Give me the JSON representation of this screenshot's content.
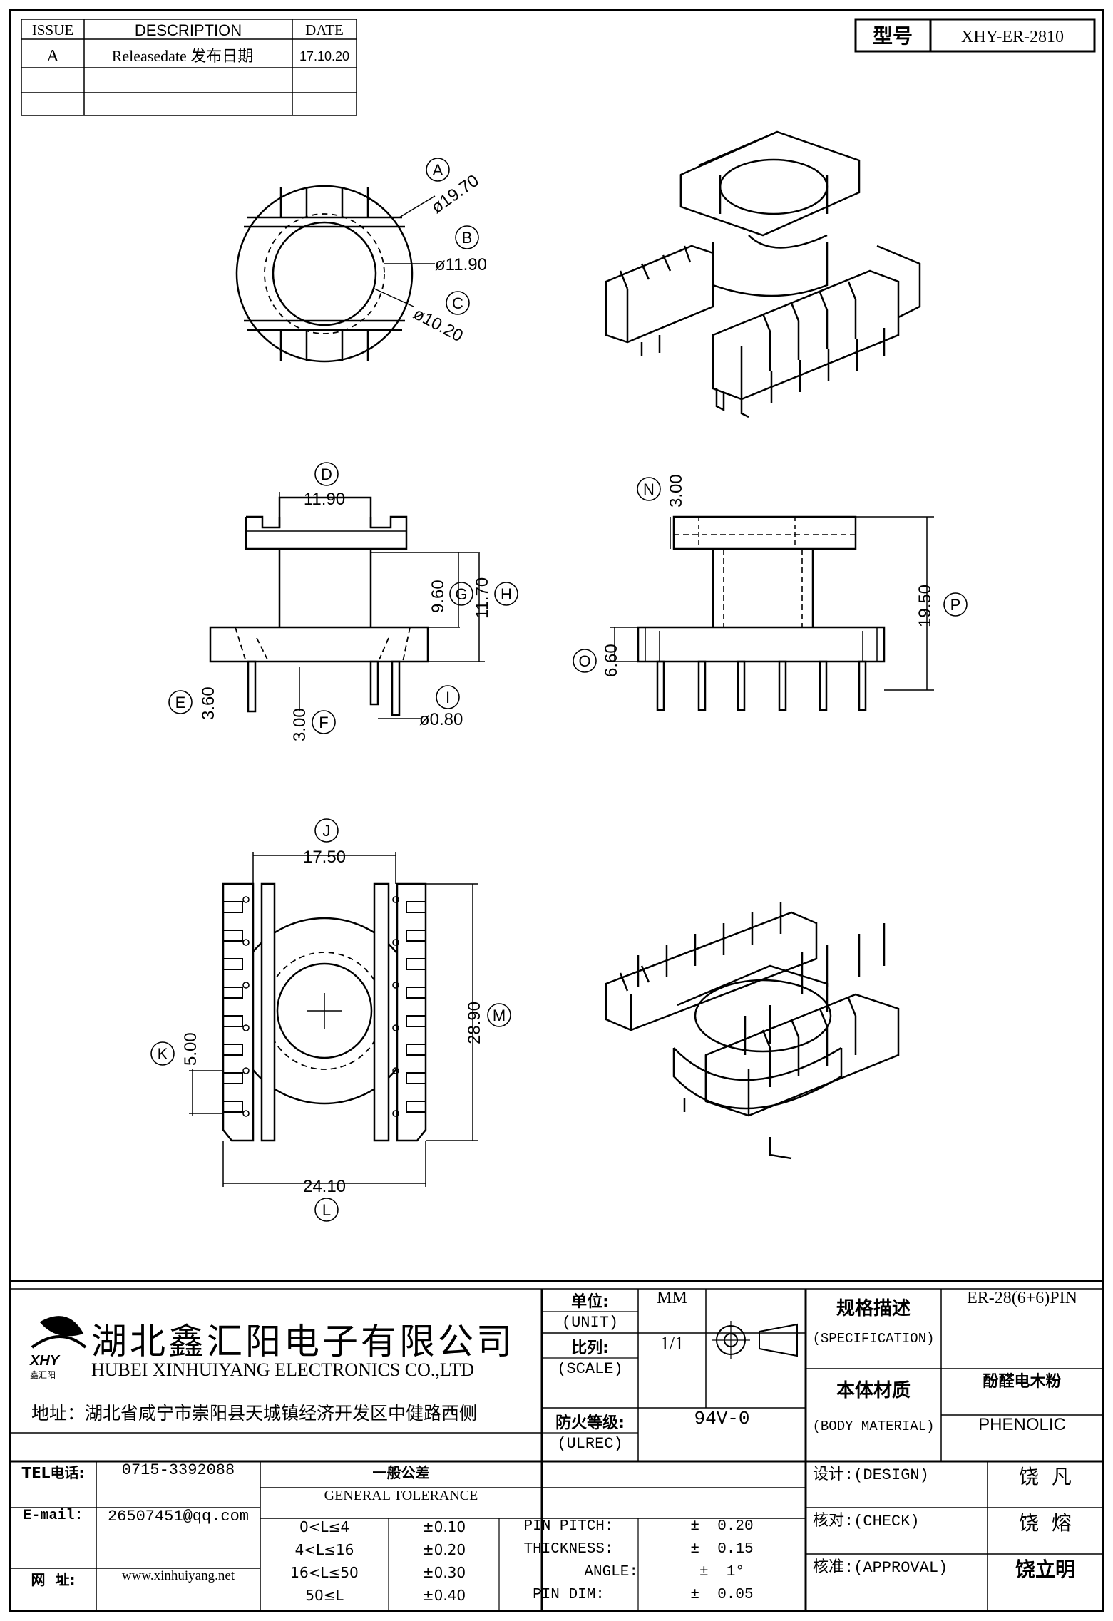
{
  "revision_table": {
    "headers": {
      "issue": "ISSUE",
      "description": "DESCRIPTION",
      "date": "DATE"
    },
    "rows": [
      {
        "issue": "A",
        "description": "Releasedate 发布日期",
        "date": "17.10.20"
      }
    ]
  },
  "model_box": {
    "label": "型号",
    "value": "XHY-ER-2810"
  },
  "dimensions": {
    "A": {
      "letter": "A",
      "value": "ø19.70"
    },
    "B": {
      "letter": "B",
      "value": "ø11.90"
    },
    "C": {
      "letter": "C",
      "value": "ø10.20"
    },
    "D": {
      "letter": "D",
      "value": "11.90"
    },
    "E": {
      "letter": "E",
      "value": "3.60"
    },
    "F": {
      "letter": "F",
      "value": "3.00"
    },
    "G": {
      "letter": "G",
      "value": "9.60"
    },
    "H": {
      "letter": "H",
      "value": "11.70"
    },
    "I": {
      "letter": "I",
      "value": "ø0.80"
    },
    "J": {
      "letter": "J",
      "value": "17.50"
    },
    "K": {
      "letter": "K",
      "value": "5.00"
    },
    "L": {
      "letter": "L",
      "value": "24.10"
    },
    "M": {
      "letter": "M",
      "value": "28.90"
    },
    "N": {
      "letter": "N",
      "value": "3.00"
    },
    "O": {
      "letter": "O",
      "value": "6.60"
    },
    "P": {
      "letter": "P",
      "value": "19.50"
    }
  },
  "company": {
    "name_cn": "湖北鑫汇阳电子有限公司",
    "name_en": "HUBEI XINHUIYANG ELECTRONICS CO.,LTD",
    "address": "地址：湖北省咸宁市崇阳县天城镇经济开发区中健路西侧",
    "logo_text": "XHY",
    "logo_sub": "鑫汇阳"
  },
  "spec_block": {
    "unit_label_cn": "单位:",
    "unit_label_en": "(UNIT)",
    "unit_value": "MM",
    "scale_label_cn": "比列:",
    "scale_label_en": "(SCALE)",
    "scale_value": "1/1",
    "ul_label_cn": "防火等级:",
    "ul_label_en": "(ULREC)",
    "ul_value": "94V-0",
    "spec_label_cn": "规格描述",
    "spec_label_en": "(SPECIFICATION)",
    "spec_value": "ER-28(6+6)PIN",
    "material_label_cn": "本体材质",
    "material_label_en": "(BODY MATERIAL)",
    "material_value_cn": "酚醛电木粉",
    "material_value_en": "PHENOLIC"
  },
  "contact": {
    "tel_label": "TEL电话:",
    "tel_value": "0715-3392088",
    "email_label": "E-mail:",
    "email_value": "26507451@qq.com",
    "web_label": "网  址:",
    "web_value": "www.xinhuiyang.net"
  },
  "tolerance": {
    "title_cn": "一般公差",
    "title_en": "GENERAL TOLERANCE",
    "rows": [
      {
        "range": "0<L≤4",
        "tol": "±0.10",
        "param": "PIN PITCH:",
        "value": "±  0.20"
      },
      {
        "range": "4<L≤16",
        "tol": "±0.20",
        "param": "THICKNESS:",
        "value": "±  0.15"
      },
      {
        "range": "16<L≤50",
        "tol": "±0.30",
        "param": "ANGLE:",
        "value": "±  1°"
      },
      {
        "range": "50≤L",
        "tol": "±0.40",
        "param": "PIN DIM:",
        "value": "±  0.05"
      }
    ]
  },
  "signoff": {
    "design_label": "设计:(DESIGN)",
    "design_name": "饶  凡",
    "check_label": "核对:(CHECK)",
    "check_name": "饶  熔",
    "approval_label": "核准:(APPROVAL)",
    "approval_name": "饶立明"
  }
}
